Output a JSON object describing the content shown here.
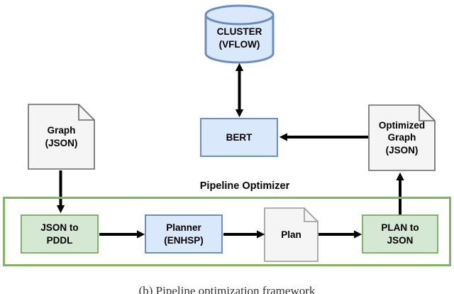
{
  "diagram": {
    "container_label": "Pipeline Optimizer",
    "nodes": {
      "cluster": {
        "label": "CLUSTER\n(VFLOW)",
        "shape": "cylinder",
        "fill": "#dae8fc",
        "stroke": "#6c8ebf"
      },
      "bert": {
        "label": "BERT",
        "shape": "rect",
        "fill": "#dae8fc",
        "stroke": "#6c8ebf"
      },
      "graph_json": {
        "label": "Graph\n(JSON)",
        "shape": "document",
        "fill": "#f5f5f5",
        "stroke": "#666666"
      },
      "optimized_graph": {
        "label": "Optimized\nGraph\n(JSON)",
        "shape": "document",
        "fill": "#f5f5f5",
        "stroke": "#666666"
      },
      "json_to_pddl": {
        "label": "JSON to\nPDDL",
        "shape": "rect",
        "fill": "#d5e8d4",
        "stroke": "#82b366"
      },
      "planner": {
        "label": "Planner\n(ENHSP)",
        "shape": "rect",
        "fill": "#dae8fc",
        "stroke": "#6c8ebf"
      },
      "plan": {
        "label": "Plan",
        "shape": "document",
        "fill": "#f5f5f5",
        "stroke": "#999999"
      },
      "plan_to_json": {
        "label": "PLAN to\nJSON",
        "shape": "rect",
        "fill": "#d5e8d4",
        "stroke": "#82b366"
      }
    },
    "edges": [
      {
        "from": "cluster",
        "to": "bert",
        "direction": "bidirectional"
      },
      {
        "from": "optimized_graph",
        "to": "bert",
        "direction": "one-way"
      },
      {
        "from": "graph_json",
        "to": "json_to_pddl",
        "direction": "one-way"
      },
      {
        "from": "json_to_pddl",
        "to": "planner",
        "direction": "one-way"
      },
      {
        "from": "planner",
        "to": "plan",
        "direction": "one-way"
      },
      {
        "from": "plan",
        "to": "plan_to_json",
        "direction": "one-way"
      },
      {
        "from": "plan_to_json",
        "to": "optimized_graph",
        "direction": "one-way"
      }
    ],
    "colors": {
      "blue_fill": "#dae8fc",
      "blue_stroke": "#6c8ebf",
      "green_fill": "#d5e8d4",
      "green_stroke": "#82b366",
      "gray_fill": "#f5f5f5",
      "gray_stroke": "#666666",
      "arrow": "#000000"
    }
  },
  "caption": "(b) Pipeline optimization framework"
}
